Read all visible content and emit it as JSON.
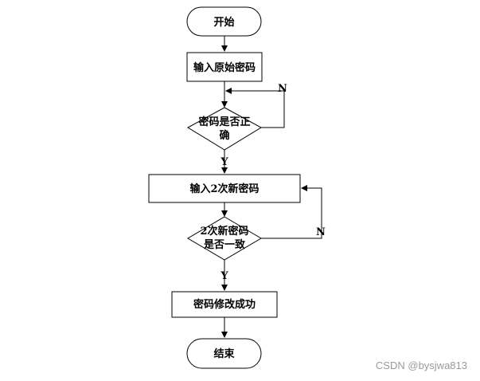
{
  "diagram": {
    "nodes": {
      "start": "开始",
      "input_original": "输入原始密码",
      "check_correct_line1": "密码是否正",
      "check_correct_line2": "确",
      "input_new": "输入2次新密码",
      "check_match_line1": "2次新密码",
      "check_match_line2": "是否一致",
      "success": "密码修改成功",
      "end": "结束"
    },
    "edges": {
      "correct_no": "N",
      "correct_yes": "Y",
      "match_no": "N",
      "match_yes": "Y"
    }
  },
  "watermark": "CSDN @bysjwa813"
}
